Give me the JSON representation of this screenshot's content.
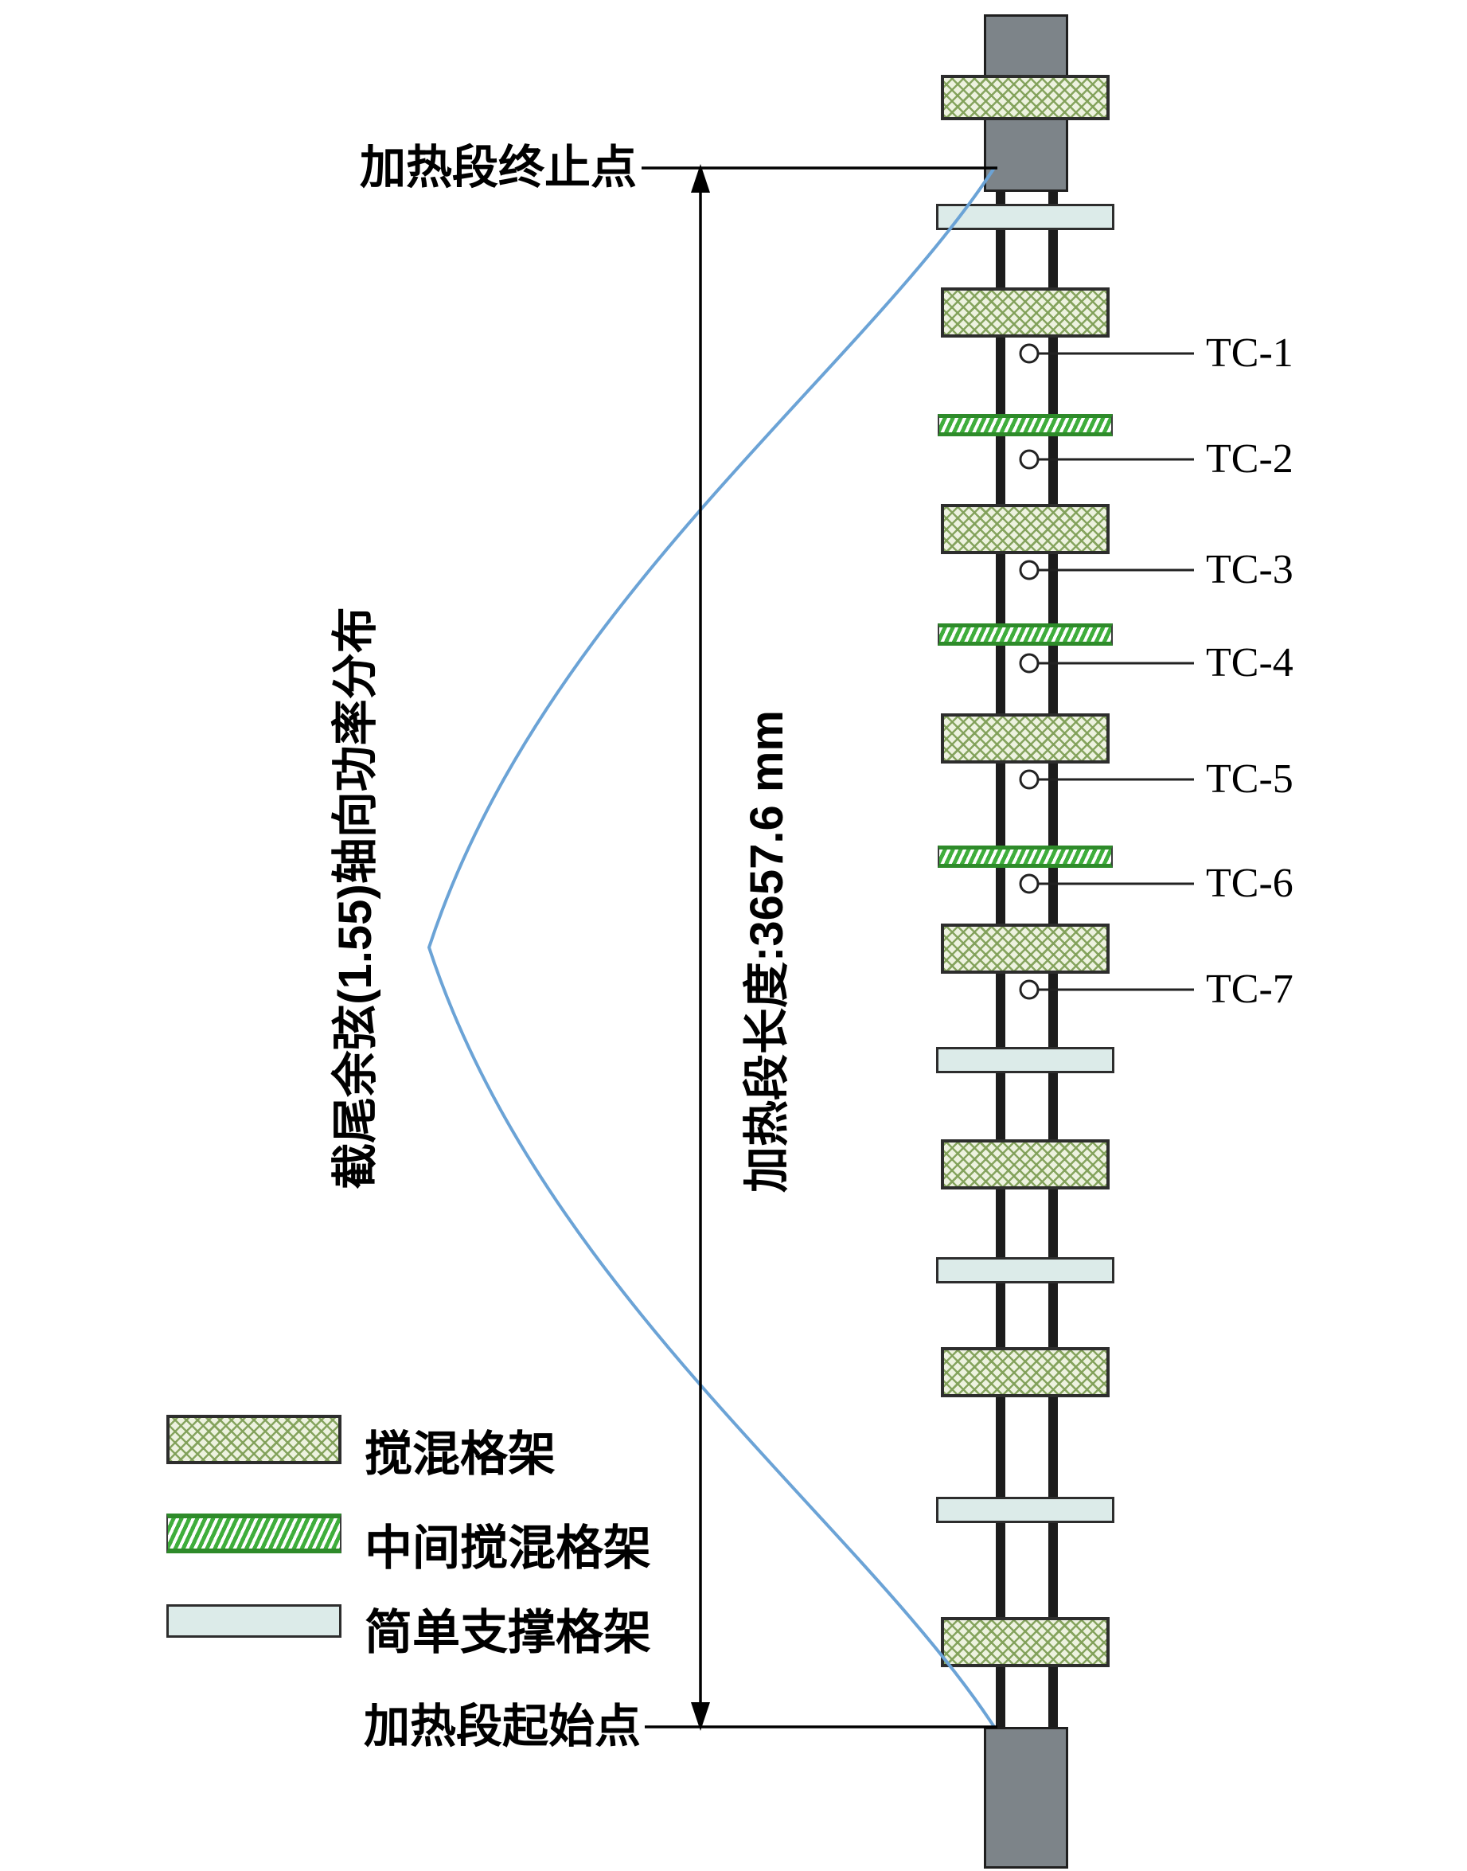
{
  "labels": {
    "heated_end": "加热段终止点",
    "heated_start": "加热段起始点",
    "axial_power": "截尾余弦(1.55)轴向功率分布",
    "heated_length": "加热段长度:3657.6 mm"
  },
  "thermocouples": [
    {
      "label": "TC-1"
    },
    {
      "label": "TC-2"
    },
    {
      "label": "TC-3"
    },
    {
      "label": "TC-4"
    },
    {
      "label": "TC-5"
    },
    {
      "label": "TC-6"
    },
    {
      "label": "TC-7"
    }
  ],
  "legend": [
    {
      "type": "mixing-grid",
      "label": "搅混格架"
    },
    {
      "type": "intermediate-mixing-grid",
      "label": "中间搅混格架"
    },
    {
      "type": "simple-support-grid",
      "label": "简单支撑格架"
    }
  ],
  "colors": {
    "power_curve": "#6ba3d6",
    "grid_hatch_green": "#80a058",
    "grid_fill": "#edf2df",
    "stripe_green": "#3fae3c",
    "simple_fill": "#dcebe9",
    "end_block_gray": "#7d8489",
    "line_black": "#000000"
  }
}
